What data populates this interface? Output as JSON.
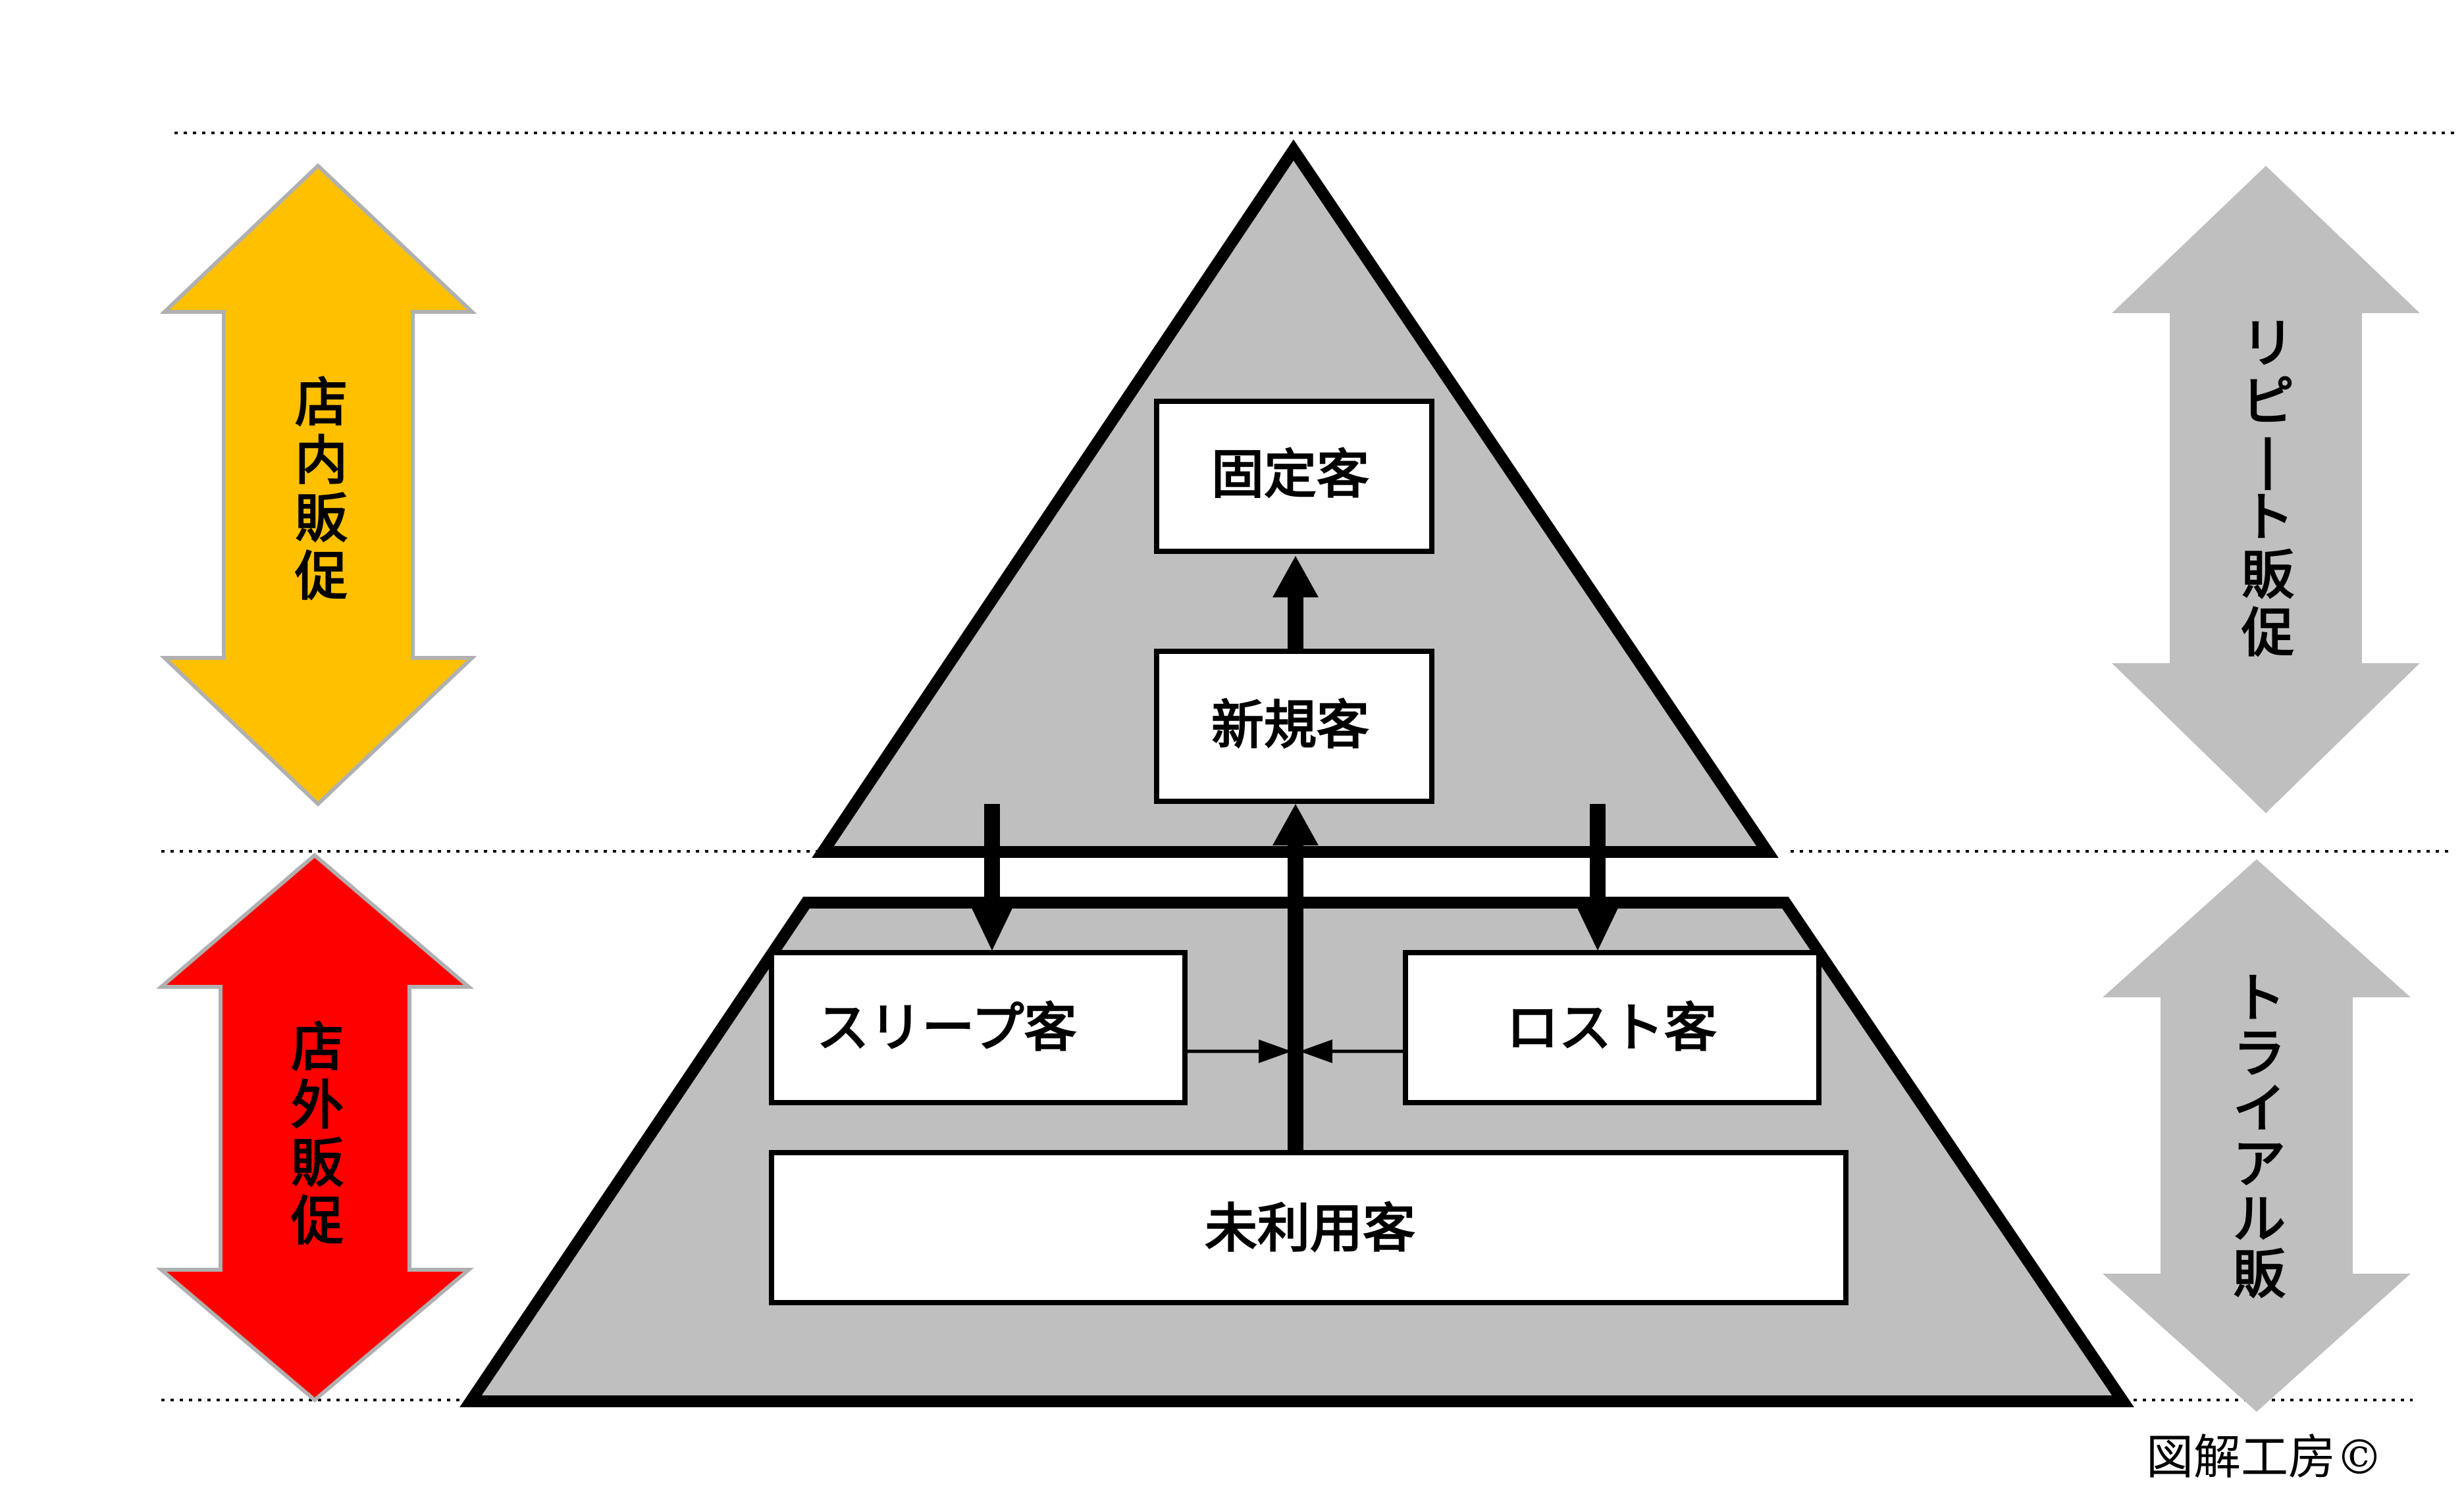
{
  "left_arrows": [
    {
      "label": "店内販促",
      "color": "#FFC000"
    },
    {
      "label": "店外販促",
      "color": "#FF0000"
    }
  ],
  "right_arrows": [
    {
      "label": "リピート販促",
      "color": "#BFBFBF"
    },
    {
      "label": "トライアル販",
      "color": "#BFBFBF"
    }
  ],
  "boxes": {
    "fixed": "固定客",
    "new": "新規客",
    "sleep": "スリープ客",
    "lost": "ロスト客",
    "unused": "未利用客"
  },
  "pyramid_color": "#BFBFBF",
  "credit": "図解工房©"
}
